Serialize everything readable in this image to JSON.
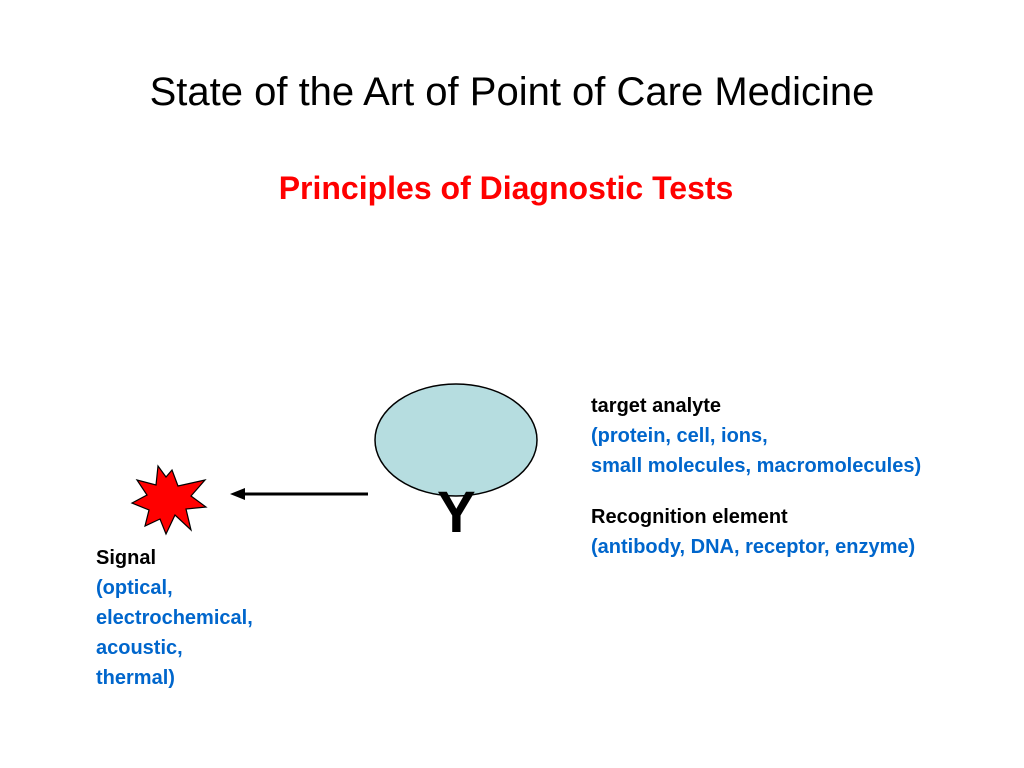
{
  "title": "State of the Art of Point of Care Medicine",
  "subtitle": "Principles of Diagnostic Tests",
  "colors": {
    "title": "#000000",
    "subtitle": "#ff0000",
    "detail": "#0066cc",
    "ellipse_fill": "#b6dde0",
    "starburst_fill": "#ff0000"
  },
  "recognition_glyph": "Y",
  "target_analyte": {
    "heading": "target analyte",
    "lines": [
      "(protein, cell, ions,",
      "small molecules, macromolecules)"
    ]
  },
  "recognition_element": {
    "heading": "Recognition element",
    "lines": [
      "(antibody, DNA, receptor, enzyme)"
    ]
  },
  "signal": {
    "heading": "Signal",
    "lines": [
      "(optical,",
      "electrochemical,",
      "acoustic,",
      "thermal)"
    ]
  }
}
